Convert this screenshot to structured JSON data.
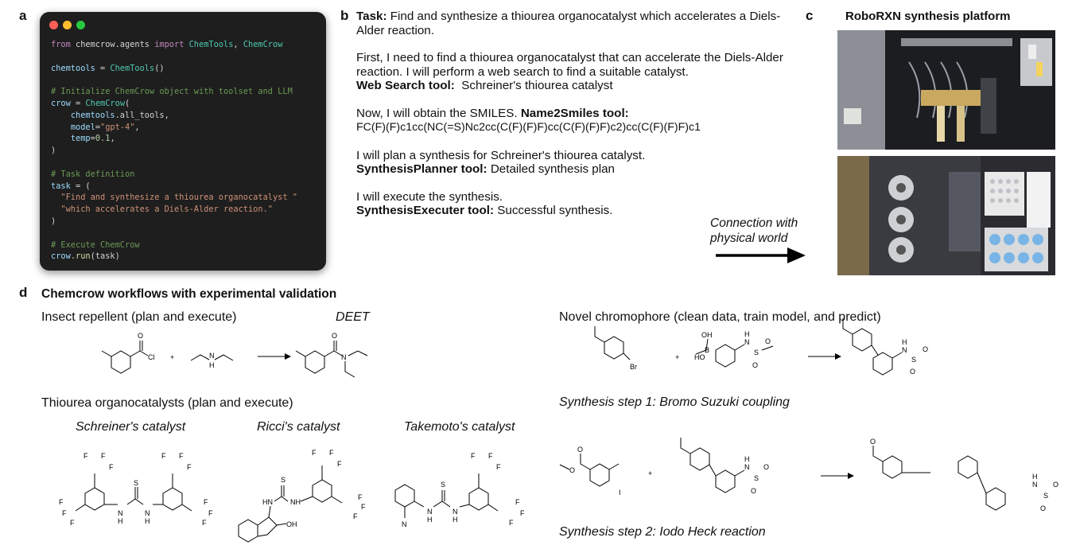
{
  "panel_letters": {
    "a": "a",
    "b": "b",
    "c": "c",
    "d": "d"
  },
  "panel_a": {
    "dot_colors": [
      "#ff5f56",
      "#ffbd2e",
      "#27c93f"
    ],
    "code_lines": [
      "from chemcrow.agents import ChemTools, ChemCrow",
      "",
      "chemtools = ChemTools()",
      "",
      "# Initialize ChemCrow object with toolset and LLM",
      "crow = ChemCrow(",
      "    chemtools.all_tools,",
      "    model=\"gpt-4\",",
      "    temp=0.1,",
      ")",
      "",
      "# Task definition",
      "task = (",
      "  \"Find and synthesize a thiourea organocatalyst \"",
      "  \"which accelerates a Diels-Alder reaction.\"",
      ")",
      "",
      "# Execute ChemCrow",
      "crow.run(task)"
    ]
  },
  "panel_b": {
    "task_label": "Task:",
    "task_text": "Find and synthesize a thiourea organocatalyst which accelerates a Diels-Alder reaction.",
    "para1": "First, I need to find a thiourea organocatalyst that can accelerate the Diels-Alder reaction. I will perform a web search to find a suitable catalyst.",
    "web_tool": "Web Search tool:",
    "web_result": "Schreiner's thiourea catalyst",
    "para2": "Now, I will obtain the SMILES.",
    "n2s_tool": "Name2Smiles tool:",
    "smiles": "FC(F)(F)c1cc(NC(=S)Nc2cc(C(F)(F)F)cc(C(F)(F)F)c2)cc(C(F)(F)F)c1",
    "para3": "I will plan a synthesis for Schreiner's thiourea catalyst.",
    "planner_tool": "SynthesisPlanner tool:",
    "planner_result": "Detailed synthesis plan",
    "para4": "I will execute the synthesis.",
    "exec_tool": "SynthesisExecuter tool:",
    "exec_result": "Successful synthesis.",
    "arrow_label_1": "Connection with",
    "arrow_label_2": "physical world"
  },
  "panel_c": {
    "title": "RoboRXN synthesis platform"
  },
  "panel_d": {
    "title": "Chemcrow workflows with experimental validation",
    "insect_label": "Insect repellent (plan and execute)",
    "deet_label": "DEET",
    "thiourea_label": "Thiourea organocatalysts (plan and execute)",
    "schreiner_label": "Schreiner's catalyst",
    "ricci_label": "Ricci's catalyst",
    "takemoto_label": "Takemoto's catalyst",
    "chromophore_label": "Novel chromophore (clean data, train model, and predict)",
    "step1_label": "Synthesis step 1: Bromo Suzuki coupling",
    "step2_label": "Synthesis step 2: Iodo Heck reaction",
    "atoms": {
      "cl": "Cl",
      "o": "O",
      "n": "N",
      "h": "H",
      "nh": "NH",
      "hn": "HN",
      "s": "S",
      "f": "F",
      "br": "Br",
      "i": "I",
      "b": "B",
      "oh": "OH",
      "ho": "HO",
      "plus": "+"
    }
  }
}
